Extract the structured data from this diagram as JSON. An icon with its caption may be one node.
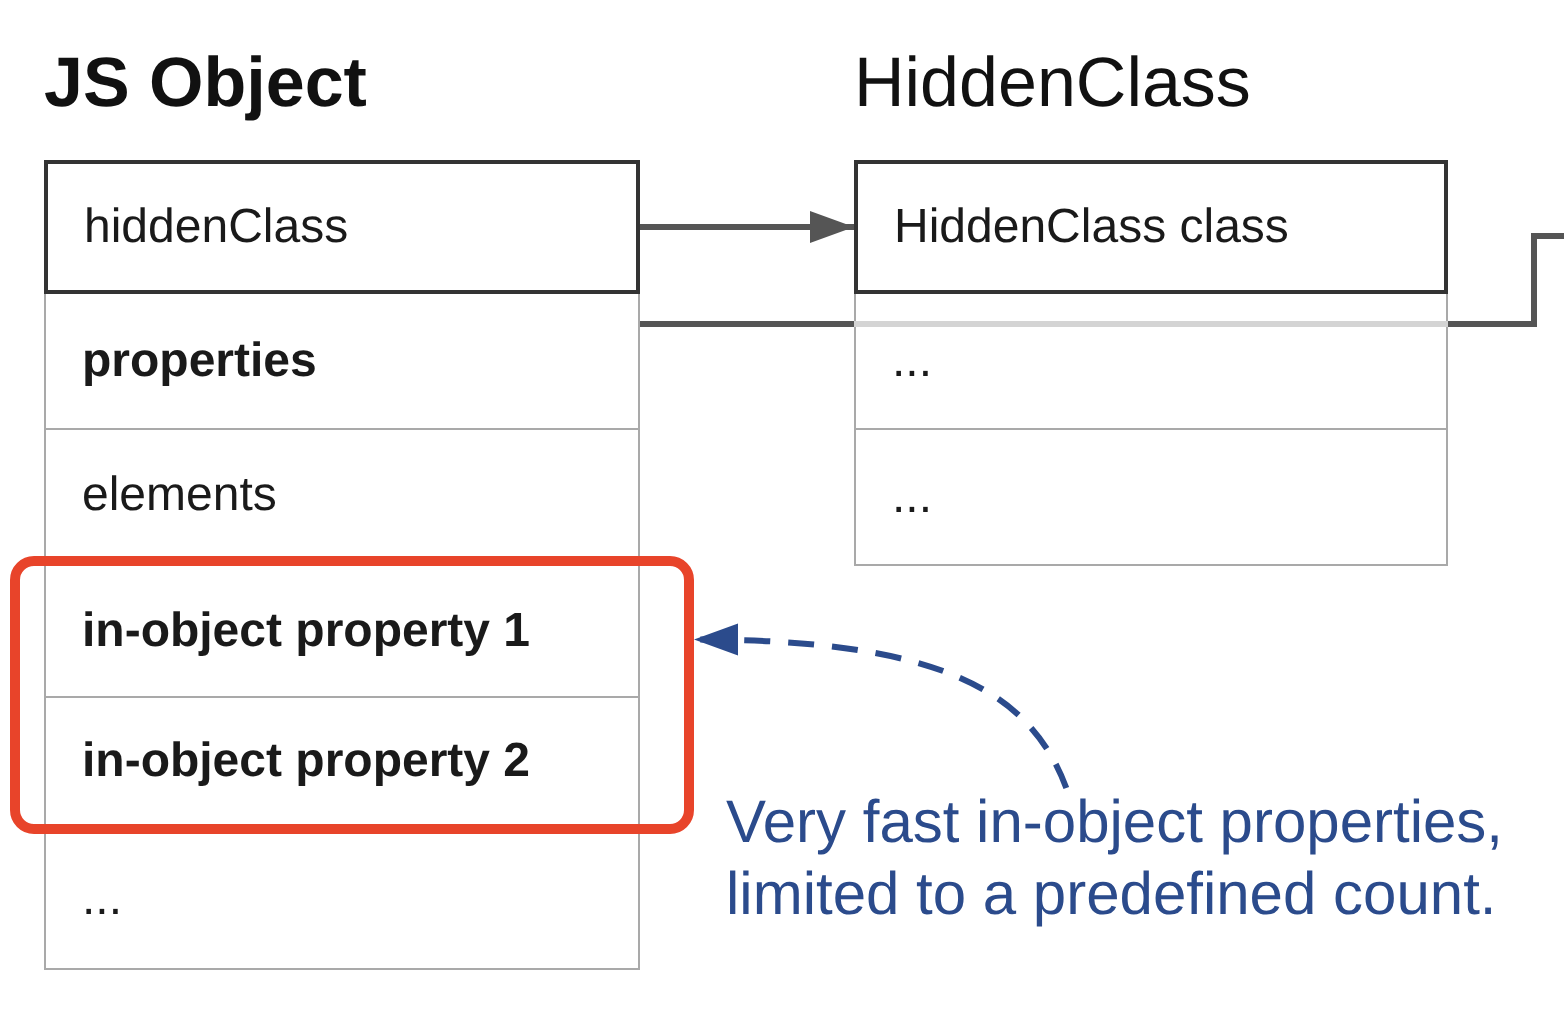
{
  "diagram": {
    "nodes": [
      {
        "text": [
          "JS Object"
        ]
      },
      {
        "text": [
          "hiddenClass"
        ],
        "in": 0
      },
      {
        "text": [
          "properties"
        ],
        "in": 0
      },
      {
        "text": [
          "elements"
        ],
        "in": 0
      },
      {
        "text": [],
        "shape": "box"
      },
      {
        "text": [
          "in-object property 1"
        ],
        "in": 4
      },
      {
        "text": [
          "in-object property 2"
        ],
        "in": 4
      },
      {
        "text": [
          "..."
        ],
        "in": 0
      },
      {
        "text": [
          "HiddenClass"
        ]
      },
      {
        "text": [
          "HiddenClass class"
        ],
        "in": 8
      },
      {
        "text": [
          "..."
        ],
        "in": 8
      },
      {
        "text": [
          "..."
        ],
        "in": 8
      },
      {
        "text": [
          "Very fast in-object properties, limited to a predefined count."
        ]
      }
    ],
    "edges": [
      {
        "from": 1,
        "to": 9,
        "arrow": "to"
      },
      {
        "from": 2,
        "to": null,
        "arrow": "none"
      },
      {
        "from": 12,
        "to": 4,
        "arrow": "to",
        "style": "dashed",
        "color": "#2b4b8c"
      }
    ]
  }
}
